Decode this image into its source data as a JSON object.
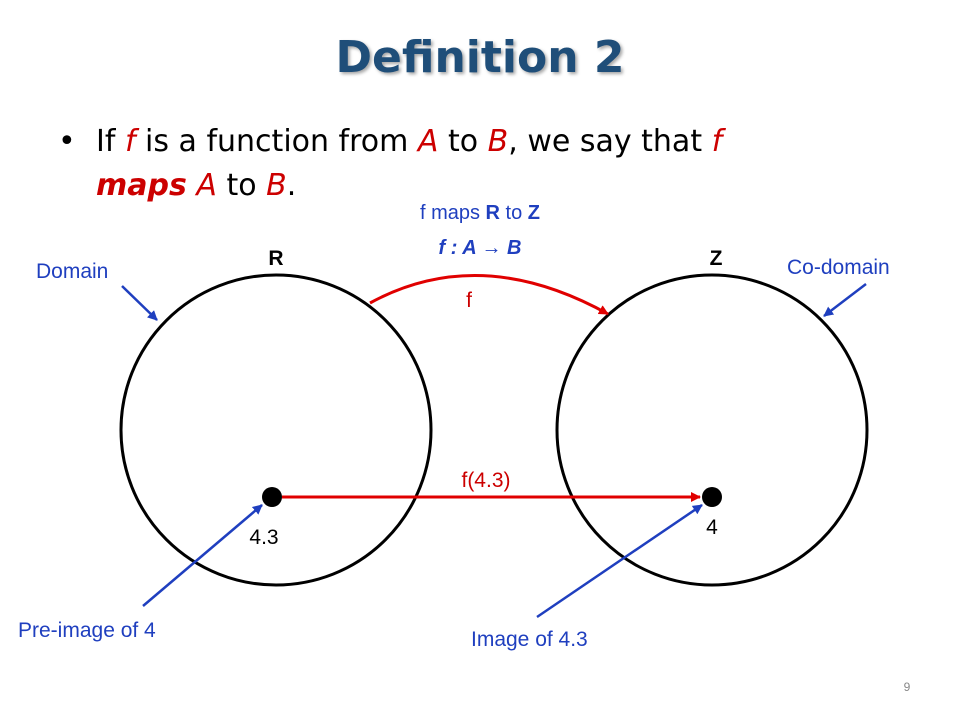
{
  "title": "Definition 2",
  "bullet": {
    "marker": "•",
    "part1": "If ",
    "f1": "f",
    "part2": " is a function from ",
    "A1": "A",
    "part3": " to ",
    "B1": "B",
    "part4": ", we say that ",
    "f2": "f",
    "space": " ",
    "maps": "maps",
    "space2": " ",
    "A2": "A",
    "part5": " to ",
    "B2": "B",
    "period": "."
  },
  "diagram": {
    "top_label_part1": "f maps ",
    "top_label_R": "R",
    "top_label_part2": " to ",
    "top_label_Z": "Z",
    "notation": "f : A → B",
    "set_left": "R",
    "set_right": "Z",
    "domain": "Domain",
    "codomain": "Co-domain",
    "arc_label": "f",
    "arrow_label": "f(4.3)",
    "point_left": "4.3",
    "point_right": "4",
    "preimage": "Pre-image of 4",
    "image": "Image of 4.3"
  },
  "colors": {
    "title": "#1F4E79",
    "red": "#CC0000",
    "blue": "#1F3FBF",
    "black": "#000000"
  },
  "page_number": "9"
}
